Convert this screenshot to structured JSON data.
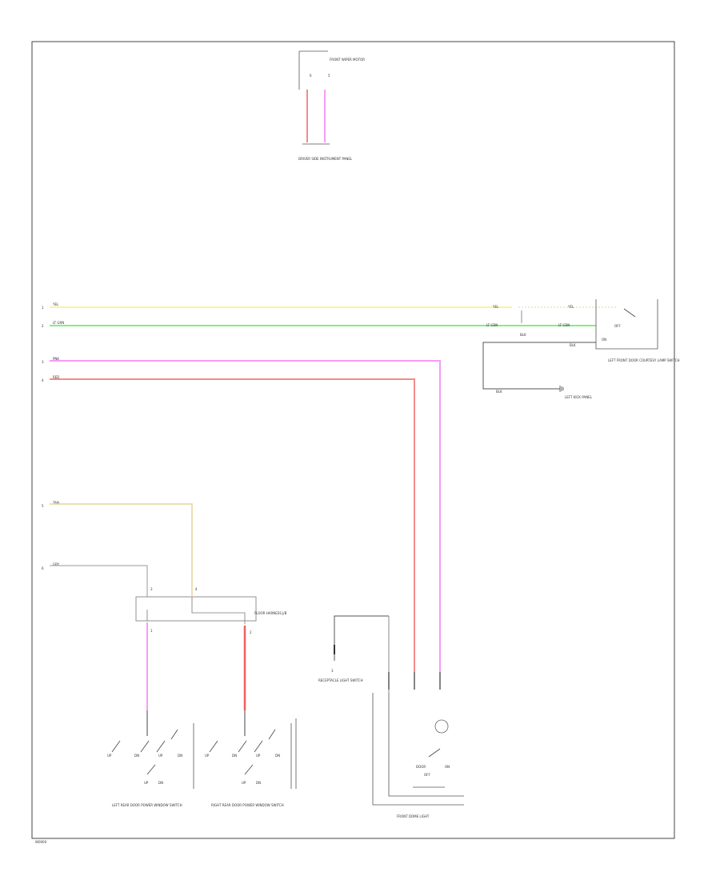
{
  "figure_id": "W0000",
  "wire_colors": {
    "yellow": "#f4f4a8",
    "green": "#7ff07f",
    "pink": "#f79cf7",
    "red": "#f48a8a",
    "tan": "#ead39a",
    "gray": "#888888",
    "black": "#333333"
  },
  "top_component": {
    "name": "FRONT WIPER MOTOR",
    "connector": "DRIVER SIDE INSTRUMENT PANEL",
    "pins": [
      "6",
      "5"
    ]
  },
  "left_terminals": [
    {
      "num": "1",
      "wire": "YEL"
    },
    {
      "num": "2",
      "wire": "LT GRN"
    },
    {
      "num": "3",
      "wire": "PNK"
    },
    {
      "num": "4",
      "wire": "RED"
    },
    {
      "num": "5",
      "wire": "TAN"
    },
    {
      "num": "6",
      "wire": "GRY"
    }
  ],
  "right_component": {
    "wire_labels": [
      "YEL",
      "LT GRN",
      "YEL",
      "LT GRN",
      "BLK",
      "BLK",
      "BLK"
    ],
    "switch_labels": [
      "OFF",
      "ON"
    ],
    "name": "LEFT FRONT DOOR COURTESY LAMP SWITCH",
    "ground": "LEFT KICK PANEL"
  },
  "junction": {
    "name": "FLOOR HARNESS J/B",
    "pins": [
      "3",
      "4",
      "1",
      "2"
    ]
  },
  "dome_light_component": {
    "name": "RECEPTACLE LIGHT SWITCH",
    "pin": "3"
  },
  "front_dome_light": {
    "name": "FRONT DOME LIGHT",
    "switch_labels": [
      "DOOR",
      "ON",
      "OFF"
    ]
  },
  "left_rear_switch": {
    "name": "LEFT REAR DOOR POWER WINDOW SWITCH",
    "labels": [
      "UP",
      "DN",
      "UP",
      "DN",
      "UP",
      "DN"
    ]
  },
  "right_rear_switch": {
    "name": "RIGHT REAR DOOR POWER WINDOW SWITCH",
    "labels": [
      "UP",
      "DN",
      "UP",
      "DN",
      "UP",
      "DN"
    ]
  }
}
